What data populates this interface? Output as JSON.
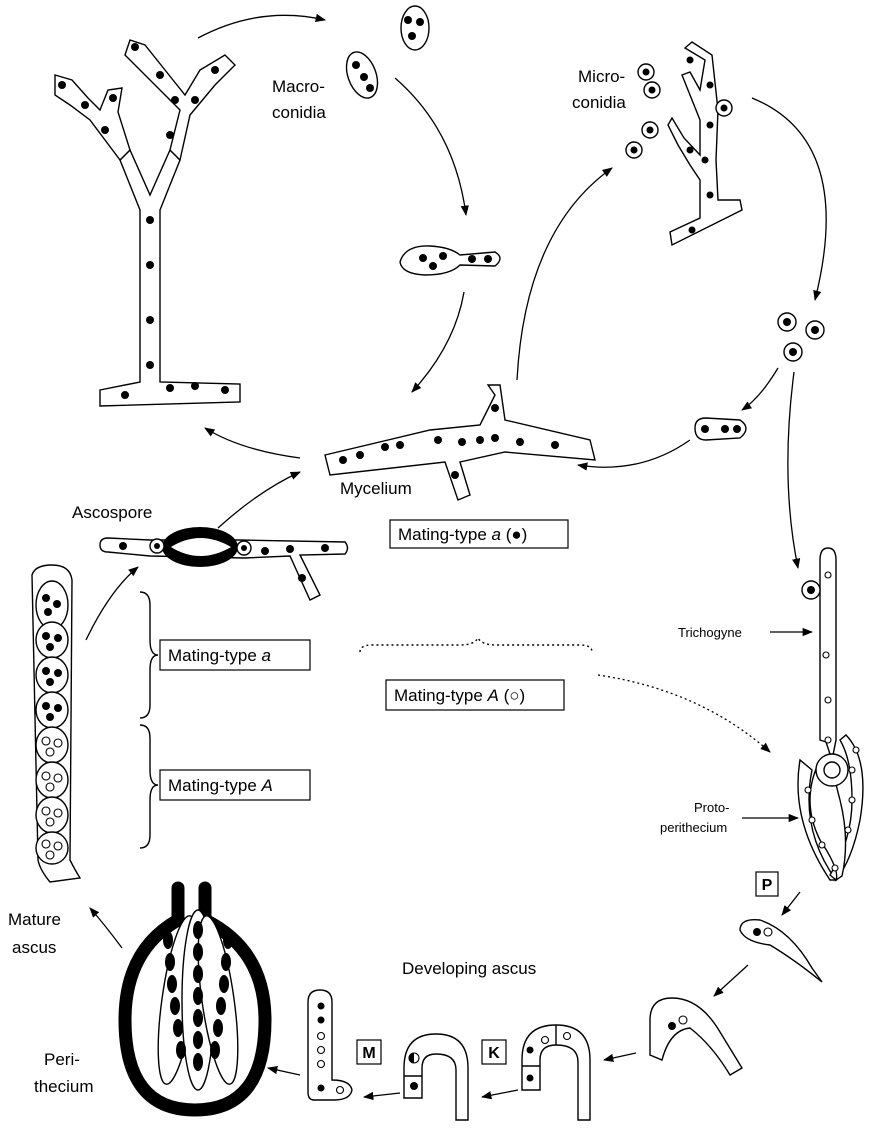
{
  "labels": {
    "macroconidia_1": "Macro-",
    "macroconidia_2": "conidia",
    "microconidia_1": "Micro-",
    "microconidia_2": "conidia",
    "mycelium": "Mycelium",
    "ascospore": "Ascospore",
    "trichogyne": "Trichogyne",
    "protoperithecium_1": "Proto-",
    "protoperithecium_2": "perithecium",
    "developing_ascus": "Developing ascus",
    "mature_ascus_1": "Mature",
    "mature_ascus_2": "ascus",
    "perithecium_1": "Peri-",
    "perithecium_2": "thecium"
  },
  "boxes": {
    "mating_a_dot_pre": "Mating-type ",
    "mating_a_dot_italic": "a",
    "mating_a_dot_post": " (●)",
    "mating_A_open_pre": "Mating-type ",
    "mating_A_open_italic": "A",
    "mating_A_open_post": " (○)",
    "bracket_a_pre": "Mating-type ",
    "bracket_a_italic": "a",
    "bracket_A_pre": "Mating-type ",
    "bracket_A_italic": "A"
  },
  "stages": {
    "P": "P",
    "K": "K",
    "M": "M"
  }
}
